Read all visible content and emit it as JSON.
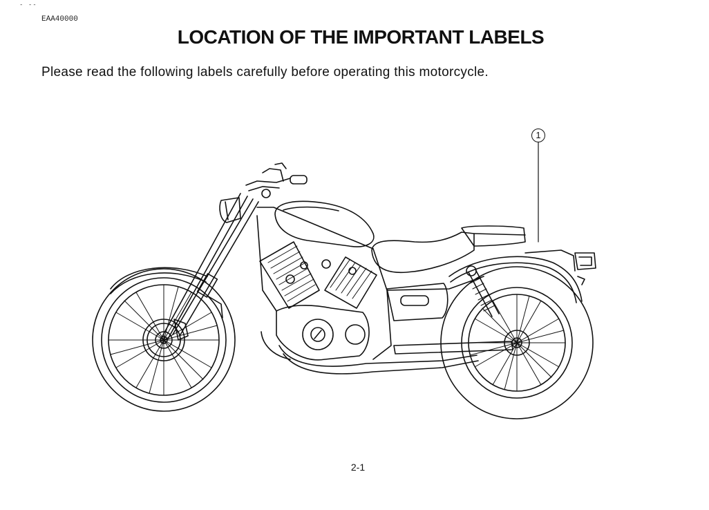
{
  "header": {
    "corner_mark": "- --",
    "doc_code": "EAA40000"
  },
  "title": "LOCATION OF THE IMPORTANT LABELS",
  "intro": "Please read the following labels carefully before operating this motorcycle.",
  "figure": {
    "callouts": [
      {
        "number": "1"
      }
    ]
  },
  "footer": {
    "page_number": "2-1"
  }
}
